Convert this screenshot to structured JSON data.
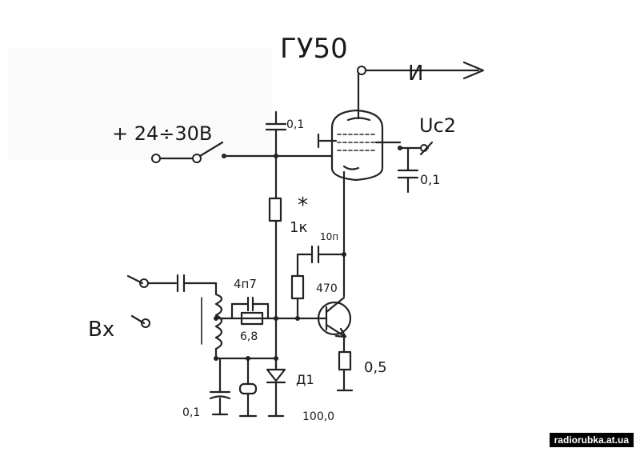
{
  "labels": {
    "tube": "ГУ50",
    "output": "И",
    "supply": "+ 24÷30В",
    "cap_top": "0,1",
    "screen_voltage": "Uс2",
    "cap_screen": "0,1",
    "res_1k_star": "*",
    "res_1k": "1к",
    "cap_10n": "10п",
    "res_470": "470",
    "cap_4n7": "4п7",
    "res_68": "6,8",
    "res_05": "0,5",
    "input": "Вх",
    "diode": "Д1",
    "cap_bottom_left": "0,1",
    "cap_100": "100,0"
  },
  "watermark": "radiorubka.at.ua"
}
